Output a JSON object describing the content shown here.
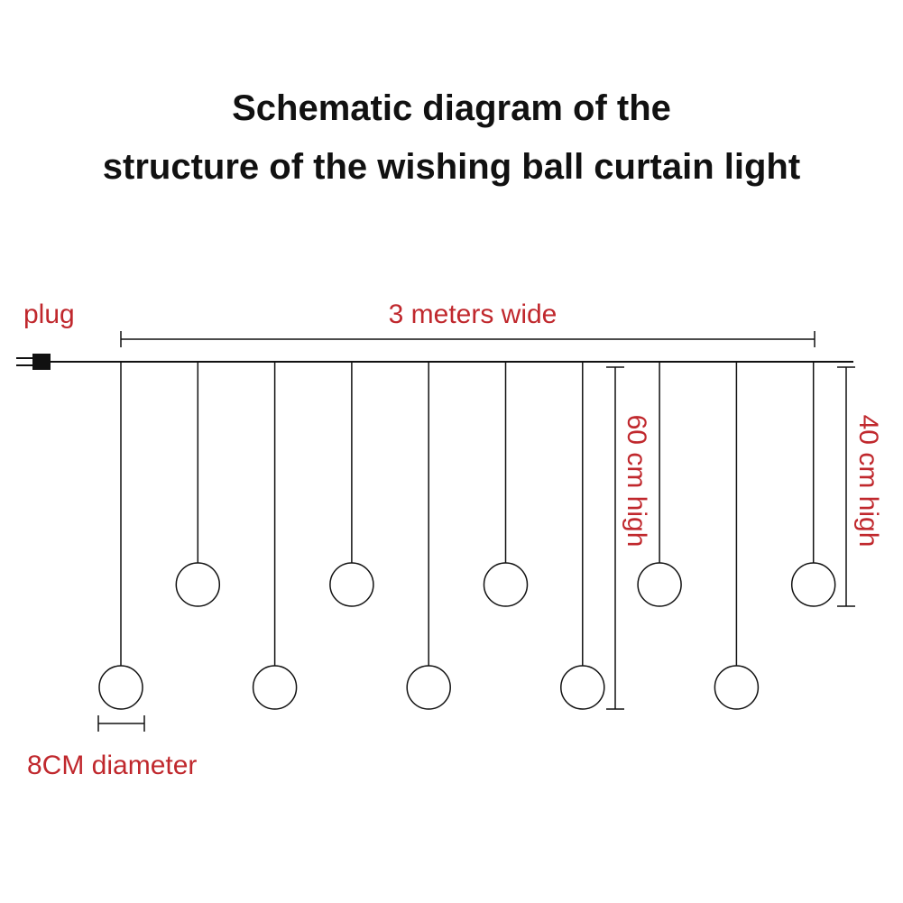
{
  "title": {
    "line1": "Schematic diagram of the",
    "line2": "structure of the wishing ball curtain light"
  },
  "labels": {
    "plug": "plug",
    "width": "3 meters wide",
    "long_drop_height": "60 cm high",
    "short_drop_height": "40 cm high",
    "ball_diameter": "8CM diameter"
  },
  "strands": {
    "count": 10,
    "pattern": [
      "long",
      "short",
      "long",
      "short",
      "long",
      "short",
      "long",
      "short",
      "long",
      "short"
    ]
  },
  "colors": {
    "line": "#111111",
    "annotation": "#c0282d",
    "title": "#111111"
  }
}
